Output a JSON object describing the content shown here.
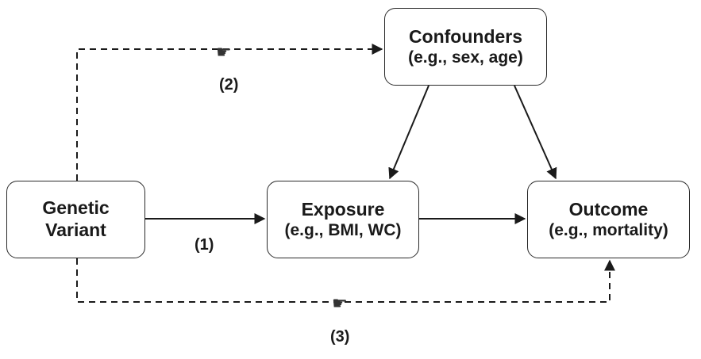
{
  "nodes": {
    "confounders": {
      "line1": "Confounders",
      "line2": "(e.g., sex, age)"
    },
    "genetic_variant": {
      "line1": "Genetic",
      "line2": "Variant"
    },
    "exposure": {
      "line1": "Exposure",
      "line2": "(e.g., BMI, WC)"
    },
    "outcome": {
      "line1": "Outcome",
      "line2": "(e.g., mortality)"
    }
  },
  "paths": {
    "path_1": "(1)",
    "path_2": "(2)",
    "path_3": "(3)"
  },
  "icons": {
    "violation_marker": "pointing-hand-icon",
    "glyph": "☛"
  },
  "colors": {
    "line": "#1a1a1a",
    "box_border": "#2a2a2a",
    "background": "#ffffff"
  }
}
